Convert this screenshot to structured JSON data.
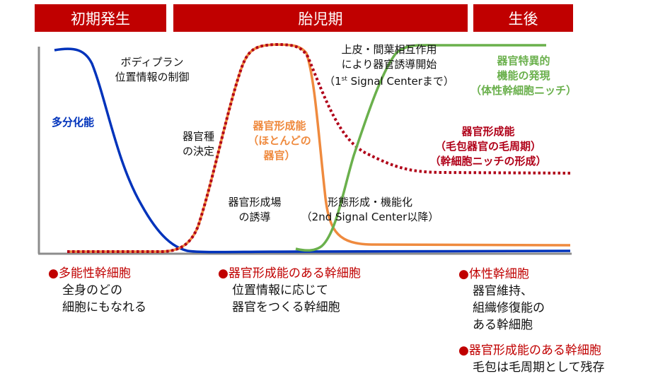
{
  "phases": [
    {
      "label": "初期発生"
    },
    {
      "label": "胎児期"
    },
    {
      "label": "生後"
    }
  ],
  "colors": {
    "header_red": "#c00000",
    "blue_curve": "#0033bb",
    "orange_curve": "#ef8a3e",
    "dark_red_dotted": "#b00018",
    "green_curve": "#6ab04c",
    "axis_gray": "#8c8c8c"
  },
  "annotations": {
    "body_plan_line1": "ボディプラン",
    "body_plan_line2": "位置情報の制御",
    "multipotency": "多分化能",
    "organ_type_line1": "器官種",
    "organ_type_line2": "の決定",
    "organ_forming_orange_line1": "器官形成能",
    "organ_forming_orange_line2": "（ほとんどの",
    "organ_forming_orange_line3": "器官）",
    "organ_field_line1": "器官形成場",
    "organ_field_line2": "の誘導",
    "epithelial_line1": "上皮・間葉相互作用",
    "epithelial_line2": "により器官誘導開始",
    "epithelial_line3_pre": "（1",
    "epithelial_line3_sup": "st",
    "epithelial_line3_post": " Signal Centerまで）",
    "morph_line1": "形態形成・機能化",
    "morph_line2": "（2nd Signal Center以降）",
    "green_line1": "器官特異的",
    "green_line2": "機能の発現",
    "green_line3": "（体性幹細胞ニッチ）",
    "hair_line1": "器官形成能",
    "hair_line2": "（毛包器官の毛周期）",
    "hair_line3": "（幹細胞ニッチの形成）"
  },
  "legend": [
    {
      "bullet": "●",
      "title": "多能性幹細胞",
      "lines": [
        "全身のどの",
        "細胞にもなれる"
      ]
    },
    {
      "bullet": "●",
      "title": "器官形成能のある幹細胞",
      "lines": [
        "位置情報に応じて",
        "器官をつくる幹細胞"
      ]
    },
    {
      "bullet": "●",
      "title": "体性幹細胞",
      "lines": [
        "器官維持、",
        "組織修復能の",
        "ある幹細胞"
      ]
    },
    {
      "bullet": "●",
      "title": "器官形成能のある幹細胞",
      "lines": [
        "毛包は毛周期として残存"
      ]
    }
  ],
  "chart_data": {
    "type": "line",
    "title": "",
    "xlabel": "",
    "ylabel": "",
    "x_phases": [
      "初期発生",
      "胎児期",
      "生後"
    ],
    "series": [
      {
        "name": "多分化能",
        "style": "solid",
        "color": "#0033bb",
        "shape": "high at start, drops steeply through 初期発生, near zero from late 初期発生 onward"
      },
      {
        "name": "器官形成能（ほとんどの器官）",
        "style": "solid",
        "color": "#ef8a3e",
        "shape": "near zero, rises steeply at start of 胎児期, plateau at peak, drops steeply mid 胎児期, stays low but above zero"
      },
      {
        "name": "器官形成能（毛包器官の毛周期）",
        "style": "dotted",
        "color": "#b00018",
        "shape": "follows orange rise and plateau, then decays gradually to a moderate level that persists into 生後"
      },
      {
        "name": "器官特異的機能の発現",
        "style": "solid",
        "color": "#6ab04c",
        "shape": "starts low mid 胎児期, rises steeply, saturates high and stays high through 生後"
      }
    ],
    "ylim": [
      0,
      1
    ]
  }
}
